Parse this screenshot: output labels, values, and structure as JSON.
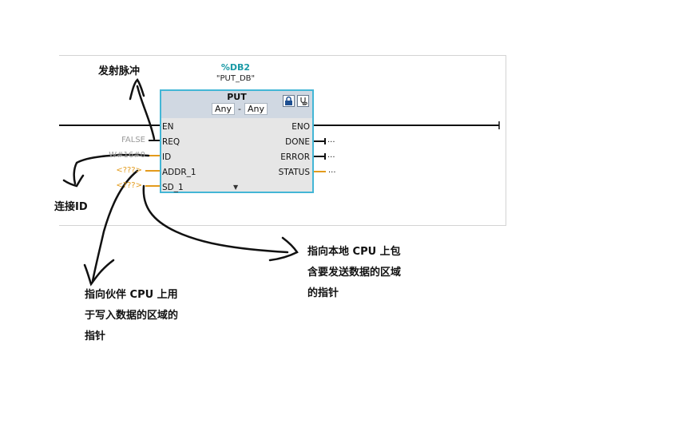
{
  "block": {
    "db_number": "%DB2",
    "db_name": "\"PUT_DB\"",
    "title": "PUT",
    "type_left": "Any",
    "type_sep": "-",
    "type_right": "Any",
    "icons": [
      "block-lock-icon",
      "block-diagnostics-icon"
    ],
    "expand_symbol": "▼"
  },
  "inputs": [
    {
      "pin": "EN",
      "param": ""
    },
    {
      "pin": "REQ",
      "param": "FALSE"
    },
    {
      "pin": "ID",
      "param": "W#16#0"
    },
    {
      "pin": "ADDR_1",
      "param": "<???>"
    },
    {
      "pin": "SD_1",
      "param": "<???>"
    }
  ],
  "outputs": [
    {
      "pin": "ENO",
      "param": ""
    },
    {
      "pin": "DONE",
      "param": "..."
    },
    {
      "pin": "ERROR",
      "param": "..."
    },
    {
      "pin": "STATUS",
      "param": "..."
    }
  ],
  "annotations": {
    "req": [
      "发射脉冲"
    ],
    "id": [
      "连接ID"
    ],
    "addr": [
      "指向伙伴 CPU 上用",
      "于写入数据的区域的",
      "指针"
    ],
    "sd": [
      "指向本地 CPU 上包",
      "含要发送数据的区域",
      "的指针"
    ]
  },
  "colors": {
    "block_border": "#43b6d6",
    "block_header": "#d0d8e2",
    "block_body": "#e6e6e6",
    "db_number": "#1a9aa6",
    "pointer_param": "#e39b1c",
    "bool_param": "#9a9a9a"
  }
}
